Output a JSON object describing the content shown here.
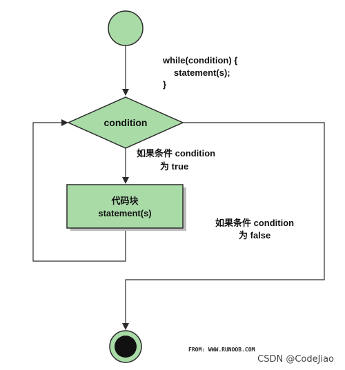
{
  "code": {
    "line1": "while(condition) {",
    "line2": "statement(s);",
    "line3": "}"
  },
  "decision": {
    "label": "condition"
  },
  "true_branch": {
    "line1": "如果条件 condition",
    "line2": "为 true"
  },
  "block": {
    "line1": "代码块",
    "line2": "statement(s)"
  },
  "false_branch": {
    "line1": "如果条件 condition",
    "line2": "为 false"
  },
  "source": "FROM: WWW.RUNOOB.COM",
  "watermark": "CSDN @CodeJiao",
  "colors": {
    "shape_fill": "#a9dba7",
    "shape_stroke": "#2b2b2b",
    "background": "#ffffff"
  }
}
